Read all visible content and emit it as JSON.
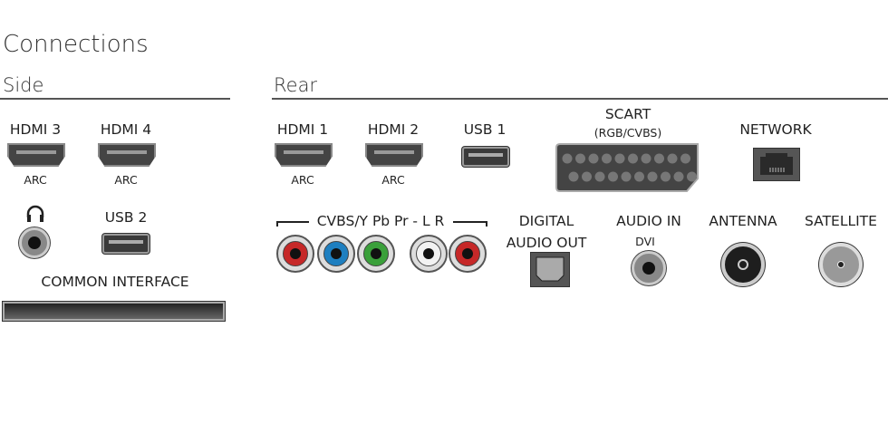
{
  "title": "Connections",
  "side": {
    "heading": "Side",
    "hdmi3": "HDMI 3",
    "hdmi4": "HDMI 4",
    "arc": "ARC",
    "usb2": "USB 2",
    "common_interface": "COMMON INTERFACE"
  },
  "rear": {
    "heading": "Rear",
    "hdmi1": "HDMI 1",
    "hdmi2": "HDMI 2",
    "arc": "ARC",
    "usb1": "USB 1",
    "scart": "SCART",
    "scart_sub": "(RGB/CVBS)",
    "network": "NETWORK",
    "cvbs": "CVBS/Y Pb Pr - L R",
    "digital1": "DIGITAL",
    "digital2": "AUDIO OUT",
    "audio_in": "AUDIO IN",
    "dvi": "DVI",
    "antenna": "ANTENNA",
    "satellite": "SATELLITE"
  },
  "colors": {
    "red": "#c62828",
    "blue": "#1e7fc0",
    "green": "#3aa03a",
    "white": "#f2f2f2"
  }
}
